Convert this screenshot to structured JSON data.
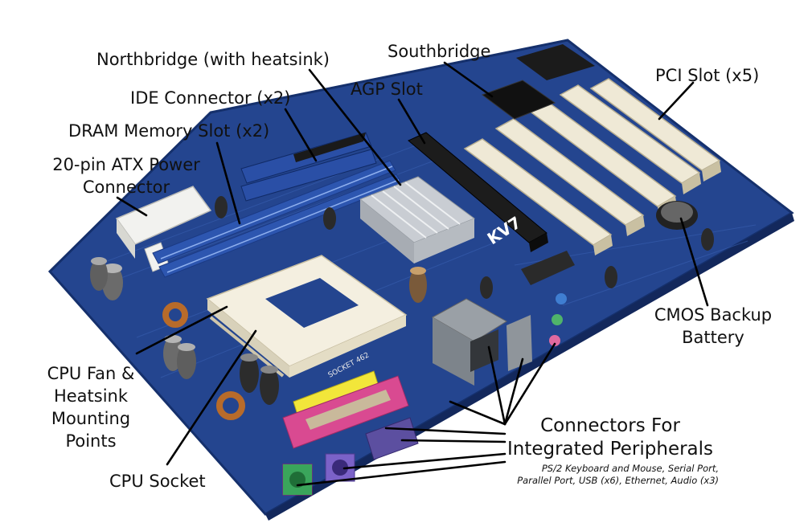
{
  "labels": {
    "northbridge": "Northbridge (with heatsink)",
    "southbridge": "Southbridge",
    "ide": "IDE Connector (x2)",
    "agp": "AGP Slot",
    "pci": "PCI Slot (x5)",
    "dram": "DRAM Memory Slot (x2)",
    "atx_line1": "20-pin ATX Power",
    "atx_line2": "Connector",
    "cmos_line1": "CMOS Backup",
    "cmos_line2": "Battery",
    "cpufan_line1": "CPU Fan &",
    "cpufan_line2": "Heatsink",
    "cpufan_line3": "Mounting",
    "cpufan_line4": "Points",
    "cpu_socket": "CPU Socket",
    "connectors_line1": "Connectors For",
    "connectors_line2": "Integrated Peripherals",
    "connectors_note_line1": "PS/2 Keyboard and Mouse, Serial Port,",
    "connectors_note_line2": "Parallel Port, USB (x6), Ethernet, Audio (x3)"
  },
  "board_text": {
    "silkscreen": "KV7",
    "socket_mark": "SOCKET 462"
  },
  "colors": {
    "pcb": "#24458f",
    "pcb_dark": "#15306c",
    "slot_black": "#1c1c1c",
    "pci_slot": "#efe9d6",
    "dram_slot": "#2d56b0",
    "heatsink": "#c9cdd3",
    "parallel_port": "#d94a91",
    "ps2_purple": "#7b62c8",
    "ps2_green": "#3aa55b",
    "sticker": "#f2e63a",
    "leader": "#000000"
  }
}
